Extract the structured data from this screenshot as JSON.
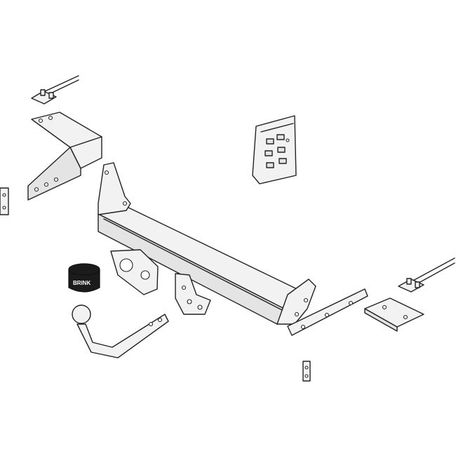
{
  "diagram": {
    "parts": [
      {
        "id": "tow-bar-crossmember",
        "label": ""
      },
      {
        "id": "tow-ball-neck",
        "label": ""
      },
      {
        "id": "ball-cover",
        "label": "BRINK"
      },
      {
        "id": "left-side-bracket",
        "label": ""
      },
      {
        "id": "right-side-bracket",
        "label": ""
      },
      {
        "id": "fastener-kit",
        "label": ""
      },
      {
        "id": "instruction-card",
        "label": ""
      }
    ],
    "ball_cover_brand": "BRINK"
  },
  "colors": {
    "line": "#222222",
    "part_fill": "#f2f2f2",
    "shade_fill": "#e4e4e4",
    "cover_fill": "#1b1b1b"
  }
}
